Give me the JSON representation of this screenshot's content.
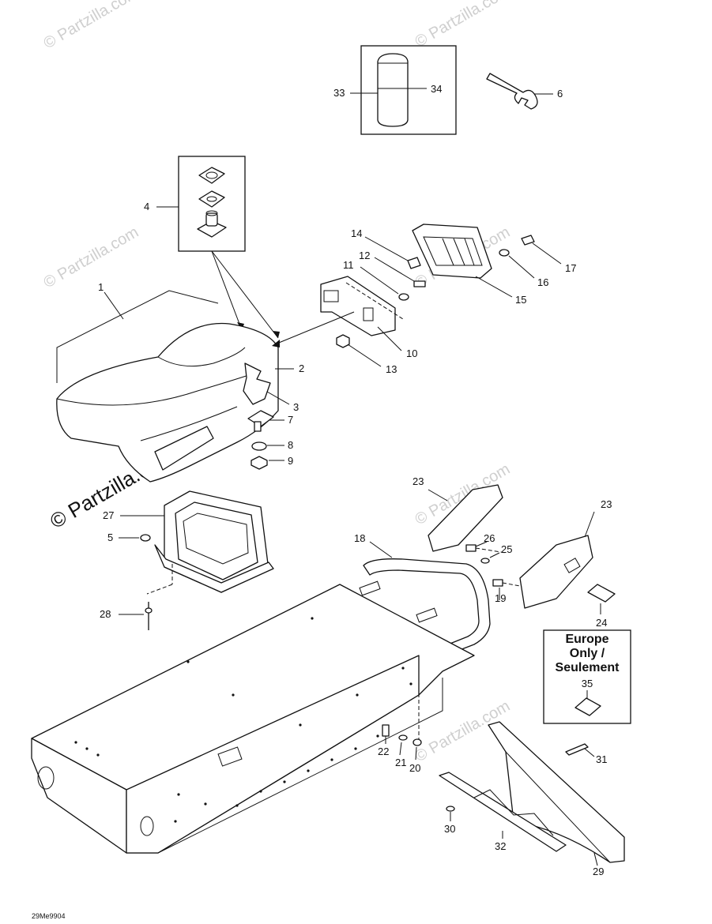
{
  "watermark": "© Partzilla.com",
  "drawing_code": "29Me9904",
  "europe_box": {
    "line1": "Europe",
    "line2": "Only /",
    "line3": "Seulement",
    "part": "35"
  },
  "callouts": {
    "c1": "1",
    "c2": "2",
    "c3": "3",
    "c4": "4",
    "c5": "5",
    "c6": "6",
    "c7": "7",
    "c8": "8",
    "c9": "9",
    "c10": "10",
    "c11": "11",
    "c12": "12",
    "c13": "13",
    "c14": "14",
    "c15": "15",
    "c16": "16",
    "c17": "17",
    "c18": "18",
    "c19": "19",
    "c20": "20",
    "c21": "21",
    "c22": "22",
    "c23a": "23",
    "c23b": "23",
    "c24": "24",
    "c25": "25",
    "c26": "26",
    "c27": "27",
    "c28": "28",
    "c29": "29",
    "c30": "30",
    "c31": "31",
    "c32": "32",
    "c33": "33",
    "c34": "34"
  }
}
